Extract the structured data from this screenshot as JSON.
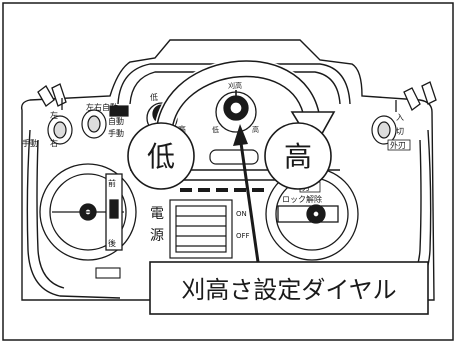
{
  "figure": {
    "callout_low": "低",
    "callout_high": "高",
    "dial_caption": "刈高さ設定ダイヤル"
  },
  "panel_text": {
    "left_dial_low": "低",
    "left_dial_high": "高",
    "center_dial_top": "刈高",
    "center_dial_low": "低",
    "center_dial_high": "高",
    "left_switch_left": "左",
    "left_switch_right": "右",
    "left_switch_manual": "手動",
    "left_switch_auto_top": "自動",
    "left_switch_auto": "自動",
    "left_switch_manual2": "手動",
    "left_switch_label": "左右自動",
    "right_switch_on": "入",
    "right_switch_off": "切",
    "right_switch_label": "外刃",
    "power_1": "電",
    "power_2": "源",
    "power_off": "OFF",
    "power_on": "ON",
    "joystick_front": "前",
    "joystick_back": "後",
    "lock_release": "ロック解除",
    "right_box": "刃"
  },
  "colors": {
    "line": "#1a1a1a",
    "background": "#ffffff",
    "shade": "#e9e9e9"
  },
  "icons": [
    "curved-arrow-icon",
    "pointer-arrow-icon"
  ]
}
